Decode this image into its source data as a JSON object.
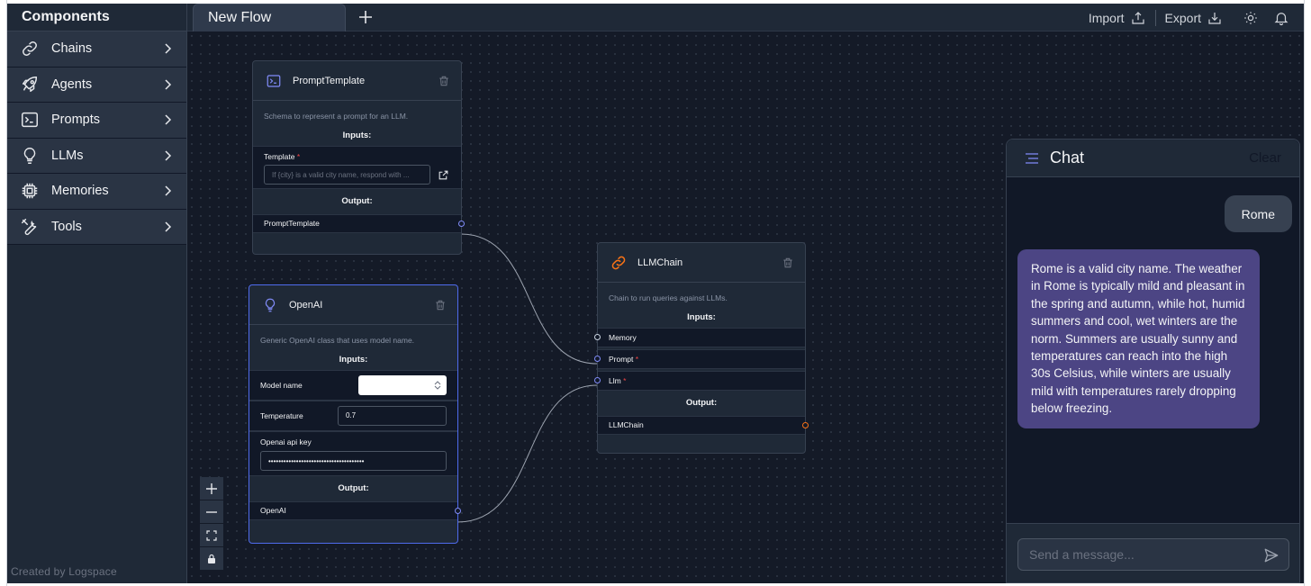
{
  "sidebar": {
    "title": "Components",
    "items": [
      {
        "label": "Chains",
        "icon": "link-icon"
      },
      {
        "label": "Agents",
        "icon": "rocket-icon"
      },
      {
        "label": "Prompts",
        "icon": "terminal-icon"
      },
      {
        "label": "LLMs",
        "icon": "lightbulb-icon"
      },
      {
        "label": "Memories",
        "icon": "chip-icon"
      },
      {
        "label": "Tools",
        "icon": "wrench-icon"
      }
    ],
    "credit": "Created by Logspace"
  },
  "topbar": {
    "tab_label": "New Flow",
    "import_label": "Import",
    "export_label": "Export"
  },
  "nodes": {
    "prompt_template": {
      "title": "PromptTemplate",
      "description": "Schema to represent a prompt for an LLM.",
      "inputs_label": "Inputs:",
      "template_label": "Template",
      "required_mark": "*",
      "template_placeholder": "If {city} is a valid city name, respond with ...",
      "output_label": "Output:",
      "output_name": "PromptTemplate"
    },
    "openai": {
      "title": "OpenAI",
      "description": "Generic OpenAI class that uses model name.",
      "inputs_label": "Inputs:",
      "model_name_label": "Model name",
      "model_name_value": "",
      "temperature_label": "Temperature",
      "temperature_value": "0.7",
      "api_key_label": "Openai api key",
      "api_key_value": "••••••••••••••••••••••••••••••••••••••",
      "output_label": "Output:",
      "output_name": "OpenAI"
    },
    "llmchain": {
      "title": "LLMChain",
      "description": "Chain to run queries against LLMs.",
      "inputs_label": "Inputs:",
      "memory_label": "Memory",
      "prompt_label": "Prompt",
      "llm_label": "Llm",
      "required_mark": "*",
      "output_label": "Output:",
      "output_name": "LLMChain"
    }
  },
  "chat": {
    "title": "Chat",
    "clear_label": "Clear",
    "messages": [
      {
        "role": "user",
        "text": "Rome"
      },
      {
        "role": "bot",
        "text": "Rome is a valid city name. The weather in Rome is typically mild and pleasant in the spring and autumn, while hot, humid summers and cool, wet winters are the norm. Summers are usually sunny and temperatures can reach into the high 30s Celsius, while winters are usually mild with temperatures rarely dropping below freezing."
      }
    ],
    "input_placeholder": "Send a message..."
  },
  "colors": {
    "accent": "#818cf8",
    "chain_accent": "#f97316",
    "bot_bubble": "#4c4584",
    "background": "#111827"
  }
}
